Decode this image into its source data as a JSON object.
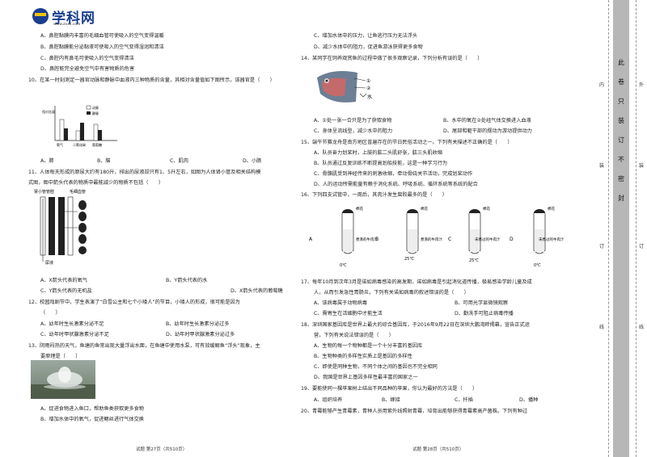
{
  "logo": {
    "title": "学科网",
    "subtitle": "www.zxxk.com"
  },
  "left": {
    "lines": [
      "A、鼻腔黏膜内丰富的毛细血管可使吸入的空气变得温暖",
      "B、鼻腔黏膜能分泌黏液可使吸入的空气变得湿润和清洁",
      "C、鼻腔内有鼻毛可使吸入的空气变得清洁",
      "D、鼻腔能完全避免空气中有害物质的危害",
      "10、在某一时刻测定一器官动脉和静脉中血液内三种物质的含量，其相对含量值如下图所示，该器官是（　　）"
    ],
    "q10_chart": {
      "legend": [
        "动脉",
        "静脉"
      ],
      "categories": [
        "氧气",
        "二氧化碳",
        "葡萄糖"
      ],
      "ylabel": "相对含量"
    },
    "q10_opts": [
      "A、肺",
      "B、脑",
      "C、肌肉",
      "D、小肠"
    ],
    "q11_lines": [
      "11、人体每天形成的原尿大约有180升，排出的尿液却只有1、5升左右，如图为人体肾小管及相关结构模",
      "式图，图中箭头代表的物质中最能减少的物质不包括（　　）"
    ],
    "q11_fig": {
      "labels": [
        "肾小管管腔",
        "毛细血管"
      ],
      "bottom": "尿液"
    },
    "q11_opts": [
      "A、X箭头代表的氧气",
      "B、Y箭头代表的水",
      "C、Y箭头代表的无机盐",
      "D、X箭头代表的葡萄糖"
    ],
    "q12_lines": [
      "12、校园戏剧节中，学生表演了“白雪公主和七个小矮人”的节目，小矮人的形成，很可能是因为",
      "（　　）"
    ],
    "q12_opts": [
      "A、幼年时生长激素分泌不足",
      "B、幼年时生长激素分泌过多",
      "C、幼年时甲状腺激素分泌不足",
      "D、幼年时甲状腺激素分泌过多"
    ],
    "q13_lines": [
      "13、阴雨闷热的天气，鱼塘的鱼常出现大量浮出水面，在鱼塘中使用水泵，可有效缓解鱼“浮头”现象，主",
      "要原理是（　　）"
    ],
    "q13_opts": [
      "A、促进食物进入鱼口，帮助鱼类获取更多食物",
      "B、增加水体中的氧气，促进鳃丝进行气体交换"
    ],
    "footer": "试题 第27页（共510页）"
  },
  "right": {
    "lines": [
      "C、增加水体中的压力，让鱼逃行压力无法浮头",
      "D、减少水体中的阻力，促进鱼游泳获得更多食物",
      "14、某同学在饲养观赏鱼的过程中做了很多观察记录，下列分析有误的是（　　）"
    ],
    "q14_fig": {
      "labels": [
        "①",
        "②",
        "水"
      ]
    },
    "q14_opts": [
      "A、①处一张一合只是为了获取食物",
      "B、水中的氧在②处经气体交换进入血液",
      "C、身体呈流线型，减少水中的阻力",
      "D、尾部和躯干部的摆动为游动提供动力"
    ],
    "q15_lines": [
      "15、端午节赛龙舟是南方地区普遍存在的节日民俗活动之一。下列有关描述不正确的是（　　）",
      "A、队员奋力划桨时，上肢的肱二头肌舒张，肱三头肌收缩",
      "B、队员通过反复训练不断提高划船技能，这是一种学习行为",
      "C、骨骼肌受到神经传来的刺激收缩，牵动骨绕关节活动，完成划桨动作",
      "D、人的运动所需能量有赖于消化系统、呼吸系统、循环系统等系统的配合",
      "16、下列四支试管中，一周后，其肉汁发生腐败最多的是（　　）"
    ],
    "q16_labels": [
      "A",
      "B",
      "C",
      "D"
    ],
    "q16_tubes": [
      {
        "top": "棉花",
        "body": "煮沸的牛肉汁",
        "temp": "0℃"
      },
      {
        "top": "棉花",
        "body": "煮沸的牛肉汁",
        "temp": "25℃"
      },
      {
        "top": "棉花",
        "body": "未煮过的牛肉汁",
        "temp": "25℃"
      },
      {
        "top": "棉花",
        "body": "未煮过的牛肉汁",
        "temp": "0℃"
      }
    ],
    "q17_lines": [
      "17、每年10月到次年3月是诺如病毒感染的高发期，诺如病毒是引起消化道传播，极易感染学龄儿童及成",
      "人，从而引发急性胃肠炎，下列有关诺如病毒的叙述错误的是（　　）"
    ],
    "q17_opts": [
      "A、该病毒属于动物病毒",
      "B、可用光学显微镜观察",
      "C、需寄生在活细胞中才能生活",
      "D、勤洗手可阻止病毒传播"
    ],
    "q18_lines": [
      "18、深圳国家基因库是世界上最大的综合基因库，于2016年9月22日在深圳大鹏湾畔揭幕，宣告正式运",
      "营，下列有关说法错误的是（　　）",
      "A、生物的每一个物种都是一个十分丰富的基因库",
      "B、生物种类的多样性实质上是基因的多样性",
      "C、即使是同种生物，不同个体之间的基因也不完全相同",
      "D、我国是世界上基因多样性最丰富的国家之一",
      "19、要能使同一棵苹果树上结出不同品种的苹果，你认为最好的方法是（　　）"
    ],
    "q19_opts": [
      "A、组织培养",
      "B、嫁接",
      "C、扦插",
      "D、播种"
    ],
    "q20_line": "20、青霉能够产生青霉素，青种人员用紫外线照射青霉，培育出能够获得青霉素高产菌株。下列有种过",
    "footer": "试题 第28页（共510页）"
  },
  "binder": {
    "band": [
      "此",
      "卷",
      "只",
      "装",
      "订",
      "不",
      "密",
      "封"
    ],
    "outer": [
      "外",
      "装",
      "订",
      "线"
    ],
    "inner": [
      "内",
      "装",
      "订",
      "线"
    ]
  }
}
